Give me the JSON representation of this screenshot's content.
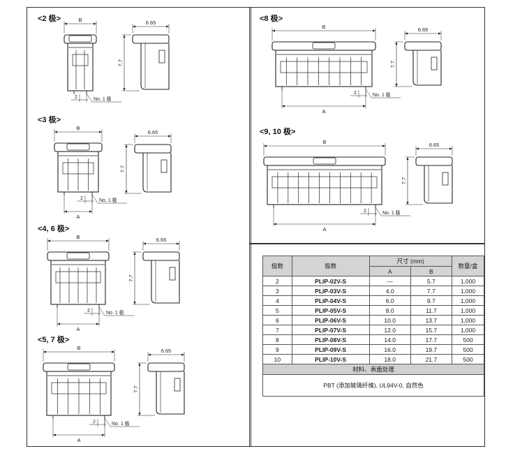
{
  "sections": {
    "p2": "<2 极>",
    "p3": "<3 极>",
    "p46": "<4, 6 极>",
    "p57": "<5, 7 极>",
    "p8": "<8 极>",
    "p910": "<9, 10 极>"
  },
  "dims": {
    "width_label": "B",
    "a_label": "A",
    "depth": "6.65",
    "height": "7.7",
    "pitch": "2",
    "no1": "No. 1 极"
  },
  "table": {
    "headers": {
      "poles": "极数",
      "model": "极数",
      "size": "尺寸 (mm)",
      "a": "A",
      "b": "B",
      "qty": "数量/盒"
    },
    "rows": [
      {
        "poles": "2",
        "model": "PLIP-02V-S",
        "a": "—",
        "b": "5.7",
        "qty": "1,000"
      },
      {
        "poles": "3",
        "model": "PLIP-03V-S",
        "a": "4.0",
        "b": "7.7",
        "qty": "1,000"
      },
      {
        "poles": "4",
        "model": "PLIP-04V-S",
        "a": "6.0",
        "b": "9.7",
        "qty": "1,000"
      },
      {
        "poles": "5",
        "model": "PLIP-05V-S",
        "a": "8.0",
        "b": "11.7",
        "qty": "1,000"
      },
      {
        "poles": "6",
        "model": "PLIP-06V-S",
        "a": "10.0",
        "b": "13.7",
        "qty": "1,000"
      },
      {
        "poles": "7",
        "model": "PLIP-07V-S",
        "a": "12.0",
        "b": "15.7",
        "qty": "1,000"
      },
      {
        "poles": "8",
        "model": "PLIP-08V-S",
        "a": "14.0",
        "b": "17.7",
        "qty": "500"
      },
      {
        "poles": "9",
        "model": "PLIP-09V-S",
        "a": "16.0",
        "b": "19.7",
        "qty": "500"
      },
      {
        "poles": "10",
        "model": "PLIP-10V-S",
        "a": "18.0",
        "b": "21.7",
        "qty": "500"
      }
    ],
    "material_header": "材料、表面处理",
    "material_value": "PBT (添加玻璃纤维), UL94V-0, 自然色"
  }
}
